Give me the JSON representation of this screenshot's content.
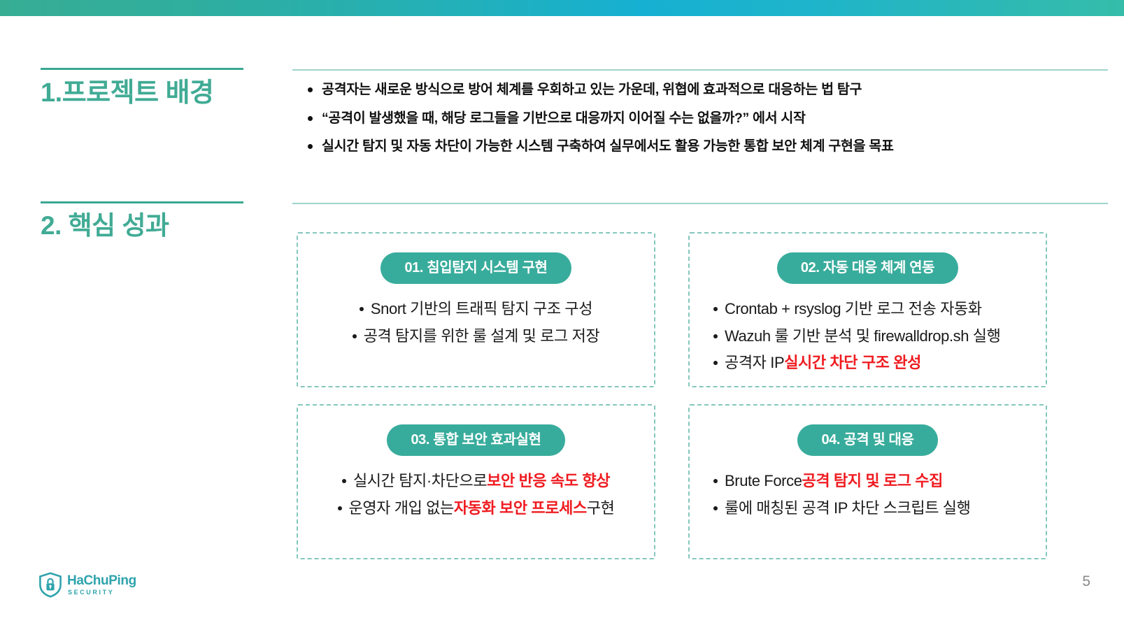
{
  "brand": {
    "accent_teal": "#41ab95",
    "pill_teal": "#38ac9c",
    "card_border": "#84c7bd",
    "highlight_red": "#ef1b20",
    "logo_teal": "#2fa3ad"
  },
  "sections": [
    {
      "number_title": "1.프로젝트 배경"
    },
    {
      "number_title": "2. 핵심 성과"
    }
  ],
  "intro": {
    "bullets": [
      "공격자는 새로운 방식으로 방어 체계를 우회하고 있는 가운데, 위협에 효과적으로 대응하는 법 탐구",
      "“공격이 발생했을 때, 해당 로그들을 기반으로 대응까지 이어질 수는 없을까?” 에서 시작",
      "실시간 탐지 및 자동 차단이 가능한 시스템 구축하여 실무에서도 활용 가능한 통합 보안 체계 구현을 목표"
    ]
  },
  "cards": [
    {
      "pill_label": "01. 침입탐지 시스템 구현",
      "items": [
        {
          "text": "Snort 기반의 트래픽 탐지 구조 구성",
          "highlight": ""
        },
        {
          "text": "공격 탐지를 위한 룰 설계 및 로그 저장",
          "highlight": ""
        }
      ]
    },
    {
      "pill_label": "02. 자동 대응 체계 연동",
      "items": [
        {
          "text": "Crontab + rsyslog 기반 로그 전송 자동화",
          "highlight": ""
        },
        {
          "text": "Wazuh 룰 기반 분석 및 firewalldrop.sh 실행",
          "highlight": ""
        },
        {
          "text": "공격자 IP ",
          "highlight": "실시간 차단 구조 완성",
          "after": ""
        }
      ]
    },
    {
      "pill_label": "03. 통합 보안 효과실현",
      "items": [
        {
          "text": "실시간 탐지·차단으로 ",
          "highlight": "보안 반응 속도 향상",
          "after": ""
        },
        {
          "text": "운영자 개입 없는 ",
          "highlight": "자동화 보안 프로세스",
          "after": " 구현"
        }
      ]
    },
    {
      "pill_label": "04. 공격 및 대응",
      "items": [
        {
          "text": "Brute Force ",
          "highlight": "공격 탐지 및 로그 수집",
          "after": ""
        },
        {
          "text": "룰에 매칭된 공격 IP 차단 스크립트 실행",
          "highlight": ""
        }
      ]
    }
  ],
  "footer": {
    "logo_name": "HaChuPing",
    "logo_sub": "SECURITY",
    "page_number": "5"
  }
}
